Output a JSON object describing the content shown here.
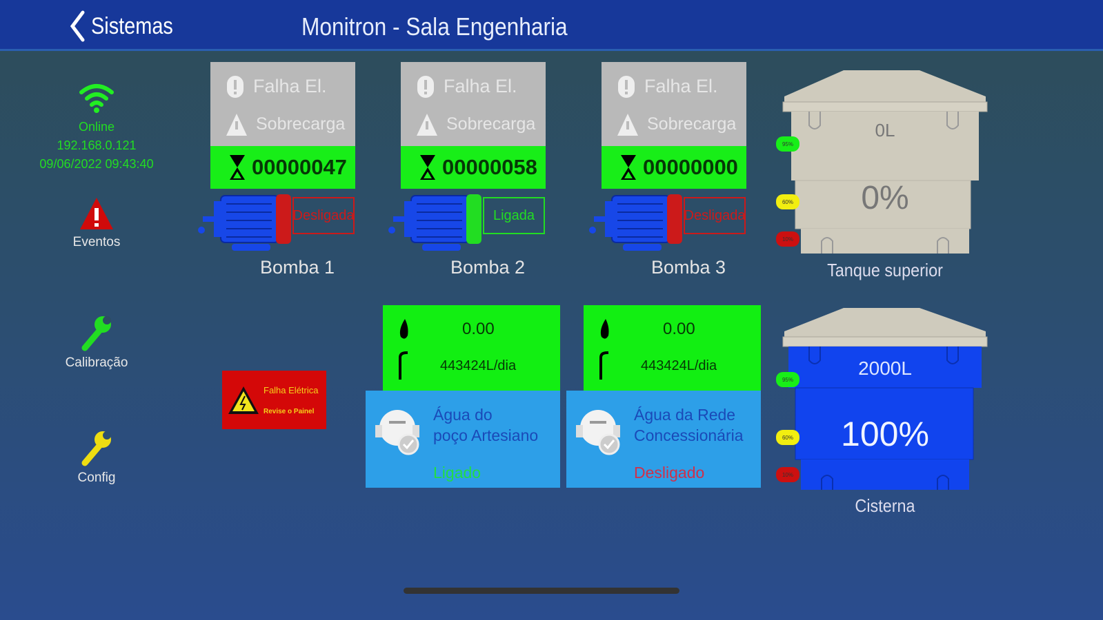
{
  "header": {
    "back_label": "Sistemas",
    "title": "Monitron - Sala Engenharia"
  },
  "sidebar": {
    "status": "Online",
    "ip": "192.168.0.121",
    "datetime": "09/06/2022 09:43:40",
    "events": "Eventos",
    "calibration": "Calibração",
    "config": "Config"
  },
  "pumps": [
    {
      "name": "Bomba 1",
      "fault": "Falha El.",
      "overload": "Sobrecarga",
      "counter": "00000047",
      "status": "Desligada",
      "on": false
    },
    {
      "name": "Bomba 2",
      "fault": "Falha El.",
      "overload": "Sobrecarga",
      "counter": "00000058",
      "status": "Ligada",
      "on": true
    },
    {
      "name": "Bomba 3",
      "fault": "Falha El.",
      "overload": "Sobrecarga",
      "counter": "00000000",
      "status": "Desligada",
      "on": false
    }
  ],
  "alert": {
    "title": "Falha Elétrica",
    "subtitle": "Revise o Painel"
  },
  "meters": [
    {
      "flow": "0.00",
      "daily": "443424L/dia",
      "line1": "Água do",
      "line2": "poço Artesiano",
      "status": "Ligado",
      "status_color": "#22dd44"
    },
    {
      "flow": "0.00",
      "daily": "443424L/dia",
      "line1": "Água da Rede",
      "line2": "Concessionária",
      "status": "Desligado",
      "status_color": "#d0304a"
    }
  ],
  "tanks": [
    {
      "name": "Tanque superior",
      "volume": "0L",
      "percent": "0%",
      "fill_fraction": 0,
      "levels": [
        "95%",
        "60%",
        "10%"
      ]
    },
    {
      "name": "Cisterna",
      "volume": "2000L",
      "percent": "100%",
      "fill_fraction": 1,
      "levels": [
        "95%",
        "60%",
        "10%"
      ]
    }
  ],
  "colors": {
    "header": "#17389a",
    "ok": "#18ee18",
    "off": "#cc1a1a"
  }
}
